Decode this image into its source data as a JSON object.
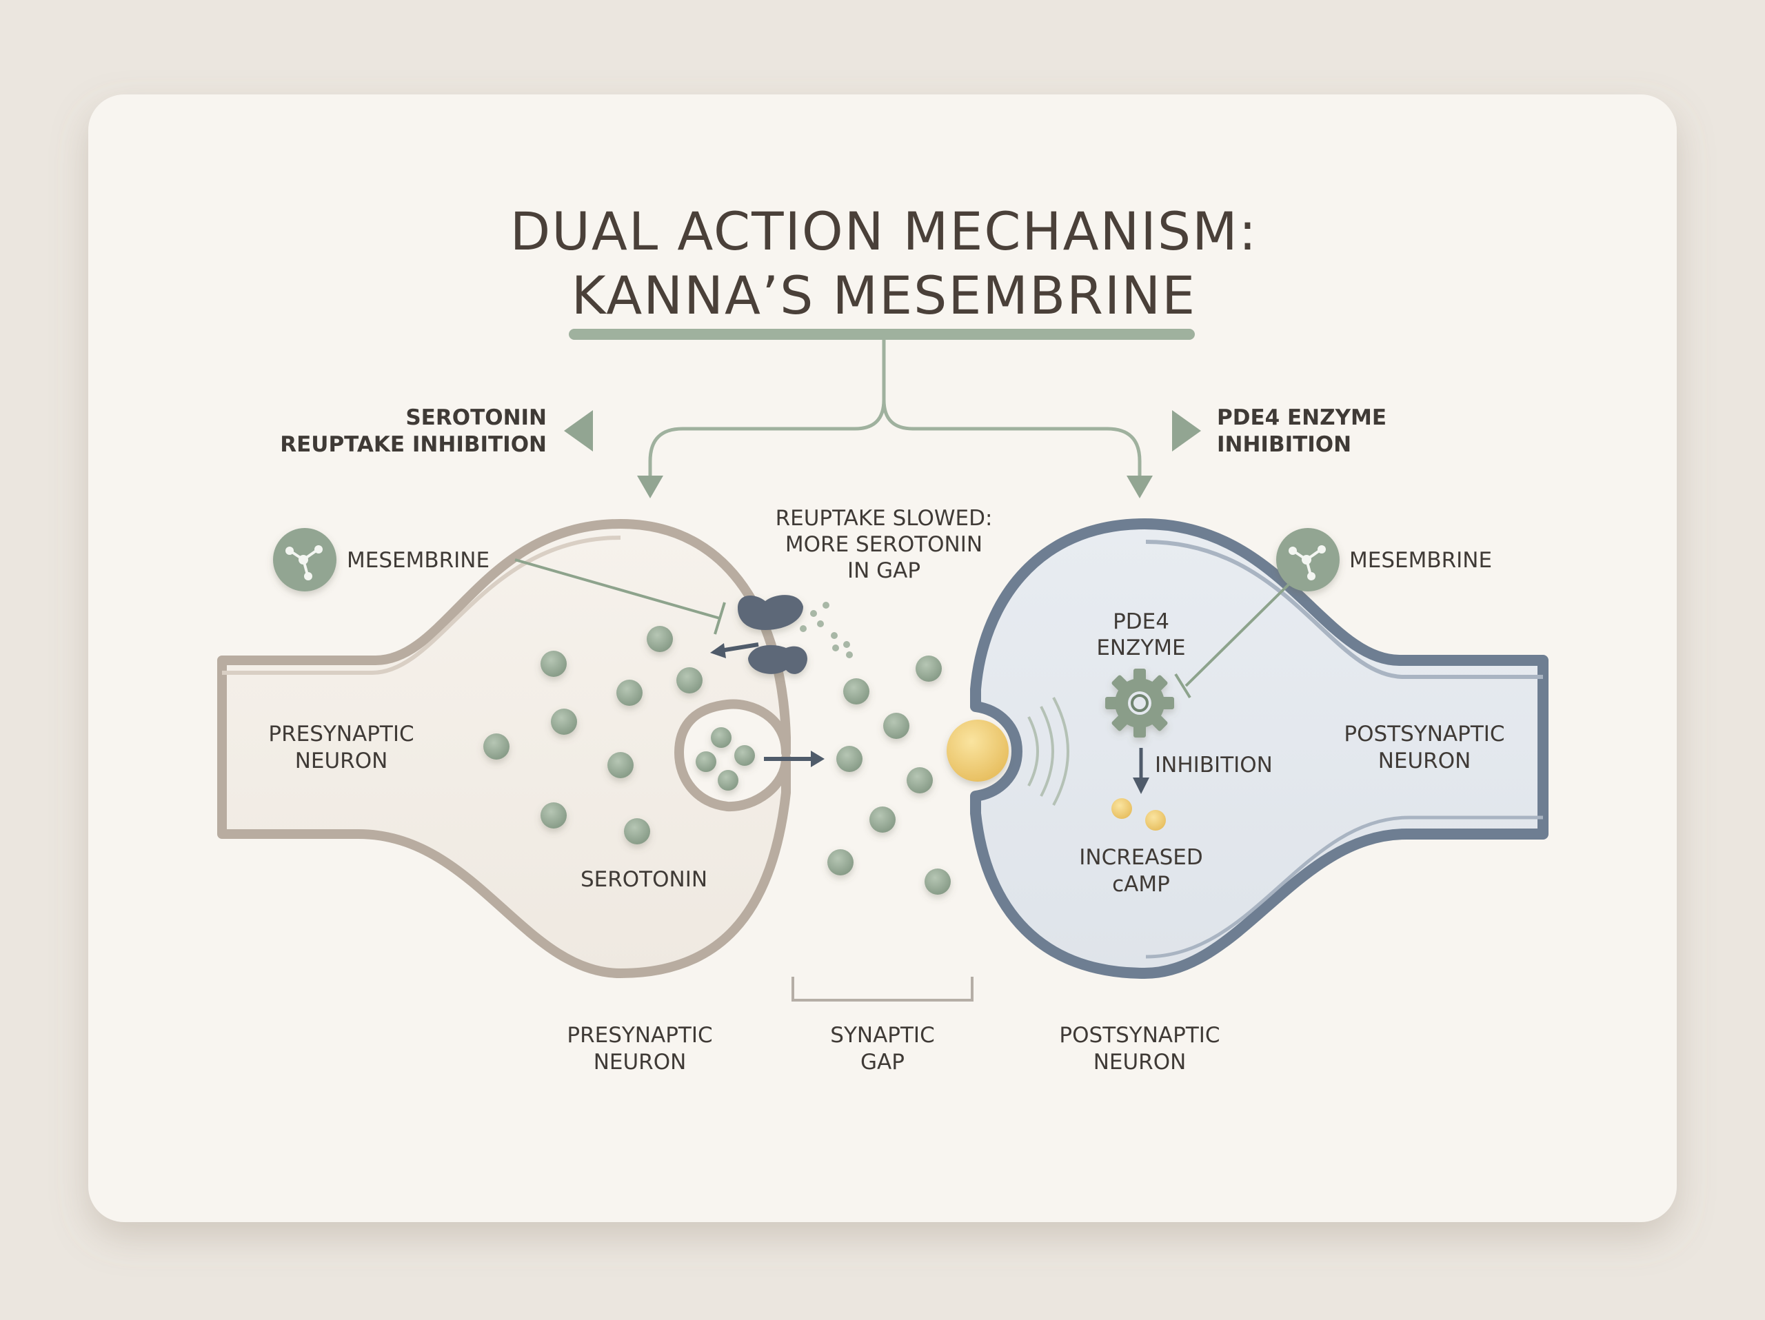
{
  "title": {
    "line1": "DUAL ACTION MECHANISM:",
    "line2": "KANNA’S MESEMBRINE"
  },
  "branches": {
    "left": {
      "line1": "SEROTONIN",
      "line2": "REUPTAKE INHIBITION"
    },
    "right": {
      "line1": "PDE4 ENZYME",
      "line2": "INHIBITION"
    }
  },
  "labels": {
    "mesembrine_left": "MESEMBRINE",
    "mesembrine_right": "MESEMBRINE",
    "reuptake_note": {
      "line1": "REUPTAKE SLOWED:",
      "line2": "MORE SEROTONIN",
      "line3": "IN GAP"
    },
    "presynaptic_inner": {
      "line1": "PRESYNAPTIC",
      "line2": "NEURON"
    },
    "postsynaptic_inner": {
      "line1": "POSTSYNAPTIC",
      "line2": "NEURON"
    },
    "serotonin": "SEROTONIN",
    "pde4": {
      "line1": "PDE4",
      "line2": "ENZYME"
    },
    "inhibition": "INHIBITION",
    "camp": {
      "line1": "INCREASED",
      "line2": "cAMP"
    }
  },
  "bottom_labels": {
    "presynaptic": {
      "line1": "PRESYNAPTIC",
      "line2": "NEURON"
    },
    "gap": {
      "line1": "SYNAPTIC",
      "line2": "GAP"
    },
    "postsynaptic": {
      "line1": "POSTSYNAPTIC",
      "line2": "NEURON"
    }
  },
  "icons": {
    "molecule": "molecule-icon",
    "gear": "gear-icon",
    "branch_arrow_left": "triangle-left-icon",
    "branch_arrow_right": "triangle-right-icon"
  },
  "colors": {
    "background": "#ebe6df",
    "card": "#f8f5f0",
    "title_text": "#4a4039",
    "label_text": "#3f3a36",
    "sage": "#92a592",
    "serotonin_dot": "#97ab96",
    "presynaptic_fill": "#f3eee7",
    "presynaptic_stroke": "#b8aca0",
    "postsynaptic_fill": "#e4e8ee",
    "postsynaptic_stroke": "#6e7e92",
    "transporter": "#5d6878",
    "receptor_ligand": "#f1d27c",
    "camp_dot": "#f0cc6e",
    "arrow_dark": "#4f5b6a"
  }
}
